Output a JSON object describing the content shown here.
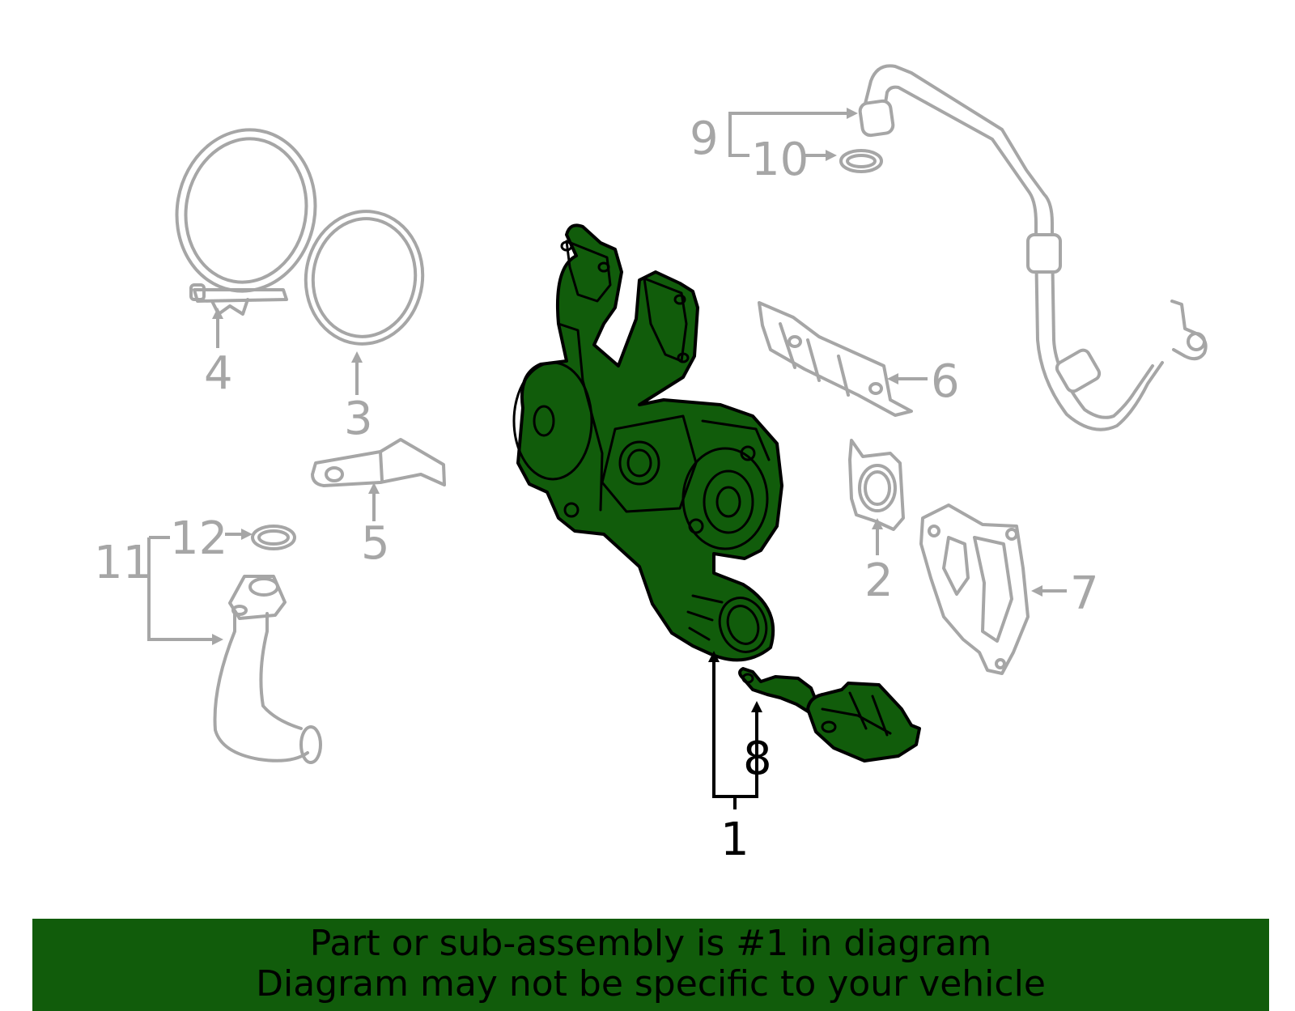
{
  "colors": {
    "highlight": "#115c0b",
    "banner_bg": "#115c0b",
    "muted_part": "#a6a6a6",
    "outline": "#000000"
  },
  "callouts": {
    "c1": "1",
    "c2": "2",
    "c3": "3",
    "c4": "4",
    "c5": "5",
    "c6": "6",
    "c7": "7",
    "c8": "8",
    "c9": "9",
    "c10": "10",
    "c11": "11",
    "c12": "12"
  },
  "highlighted_parts": [
    "1",
    "8"
  ],
  "banner": {
    "line1": "Part or sub-assembly is #1 in diagram",
    "line2": "Diagram may not be specific to your vehicle"
  }
}
